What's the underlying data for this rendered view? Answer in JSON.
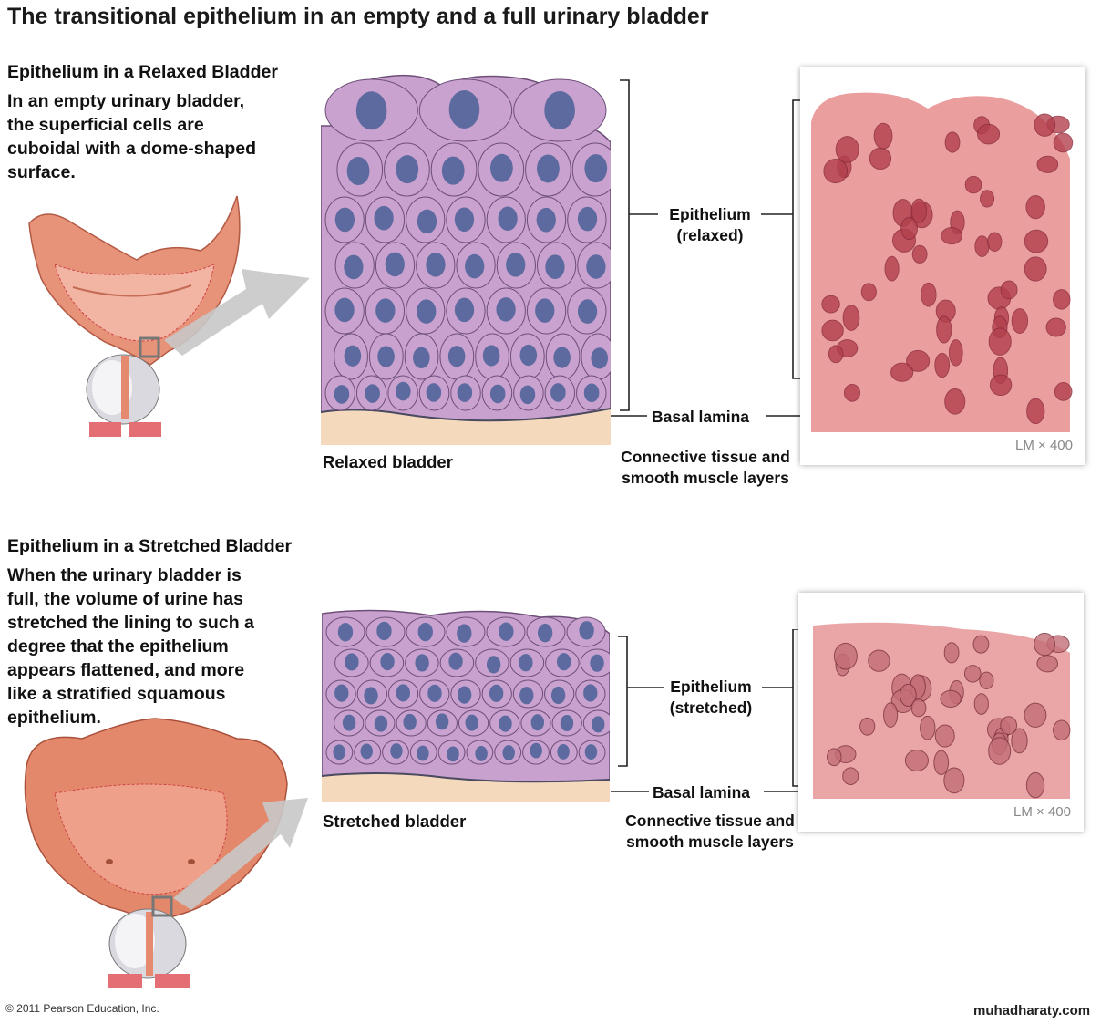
{
  "title": "The transitional epithelium in an empty and a full urinary bladder",
  "relaxed": {
    "heading": "Epithelium in a Relaxed Bladder",
    "description": "In an empty urinary bladder,\nthe superficial cells are\ncuboidal with a dome-shaped\nsurface.",
    "epithelium_label": "Epithelium\n(relaxed)",
    "basal_lamina_label": "Basal lamina",
    "connective_label": "Connective tissue and\nsmooth muscle layers",
    "caption": "Relaxed bladder",
    "magnification": "LM × 400"
  },
  "stretched": {
    "heading": "Epithelium in a Stretched Bladder",
    "description": "When the urinary bladder is\nfull, the volume of urine has\nstretched the lining to such a\ndegree that the epithelium\nappears flattened, and more\nlike a stratified squamous\nepithelium.",
    "epithelium_label": "Epithelium\n(stretched)",
    "basal_lamina_label": "Basal lamina",
    "connective_label": "Connective tissue and\nsmooth muscle layers",
    "caption": "Stretched bladder",
    "magnification": "LM × 400"
  },
  "copyright": "© 2011 Pearson Education, Inc.",
  "watermark": "muhadharaty.com",
  "colors": {
    "cell_fill": "#c9a2cf",
    "nucleus": "#5c6aa0",
    "connective": "#f6dcc2",
    "bladder_tissue": "#e58a6e",
    "micrograph_relaxed": "#e79a9a",
    "micrograph_stretched": "#e9a4a4"
  }
}
